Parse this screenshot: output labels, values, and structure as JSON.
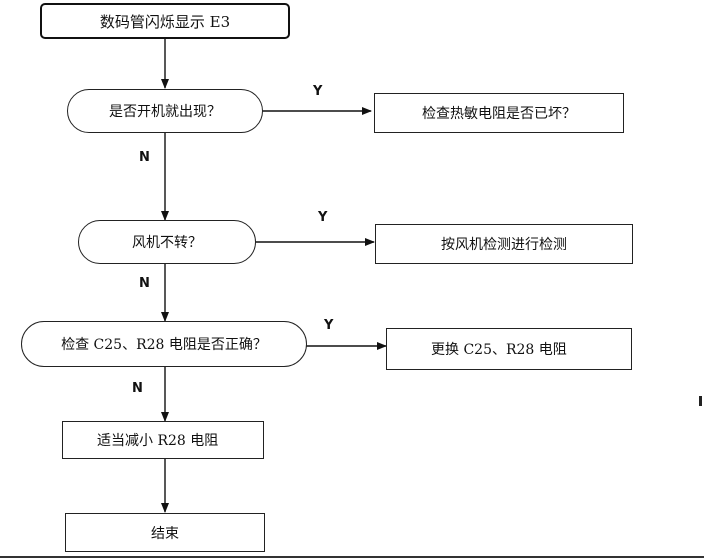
{
  "start": "数码管闪烁显示 E3",
  "decision_1": "是否开机就出现？",
  "action_1": "检查热敏电阻是否已坏？",
  "decision_2": "风机不转？",
  "action_2": "按风机检测进行检测",
  "decision_3": "检查 C25、R28 电阻是否正确？",
  "action_3": "更换 C25、R28 电阻",
  "step_4": "适当减小 R28 电阻",
  "end": "结束",
  "yes_label": "Y",
  "no_label": "N"
}
